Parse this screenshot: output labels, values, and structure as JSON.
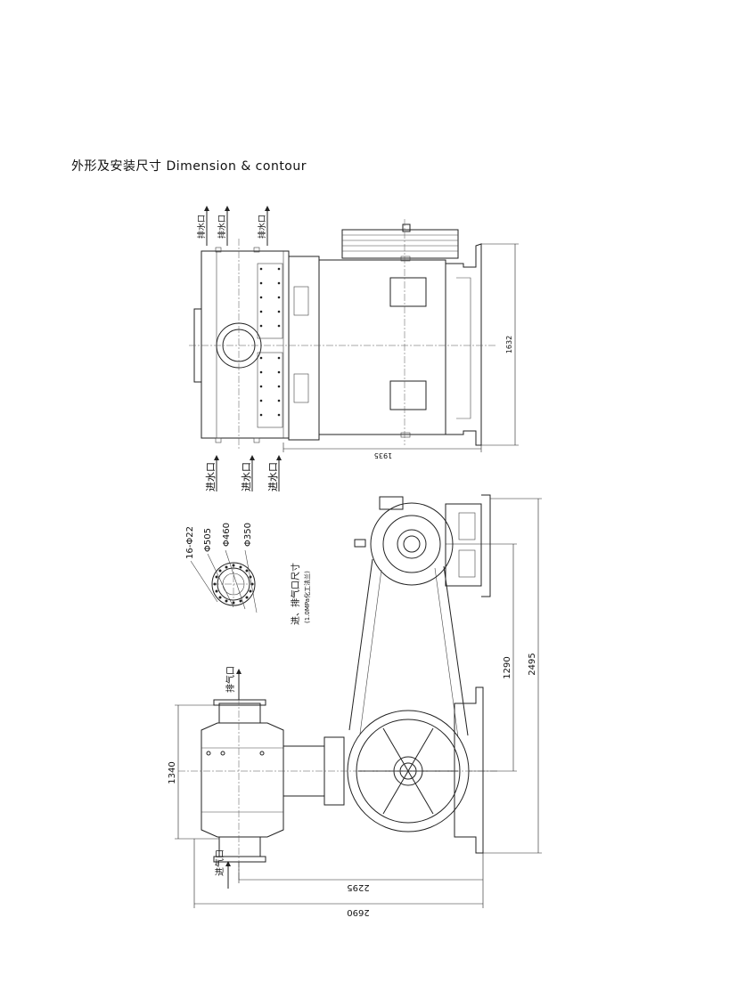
{
  "title": "外形及安装尺寸 Dimension & contour",
  "labels": {
    "outlet_water": "排水口",
    "inlet_water": "进水口",
    "gas_outlet": "排气口",
    "gas_inlet": "进气口",
    "flange_size_title": "进、排气口尺寸",
    "flange_size_note": "(1.0MPa化工法兰)"
  },
  "flange": {
    "holes": "16-Φ22",
    "d1": "Φ505",
    "d2": "Φ460",
    "d3": "Φ350"
  },
  "dimensions": {
    "top_width": "1935",
    "top_height": "1632",
    "side_1290": "1290",
    "side_2495": "2495",
    "side_1340": "1340",
    "bottom_2295": "2295",
    "bottom_2690": "2690"
  }
}
